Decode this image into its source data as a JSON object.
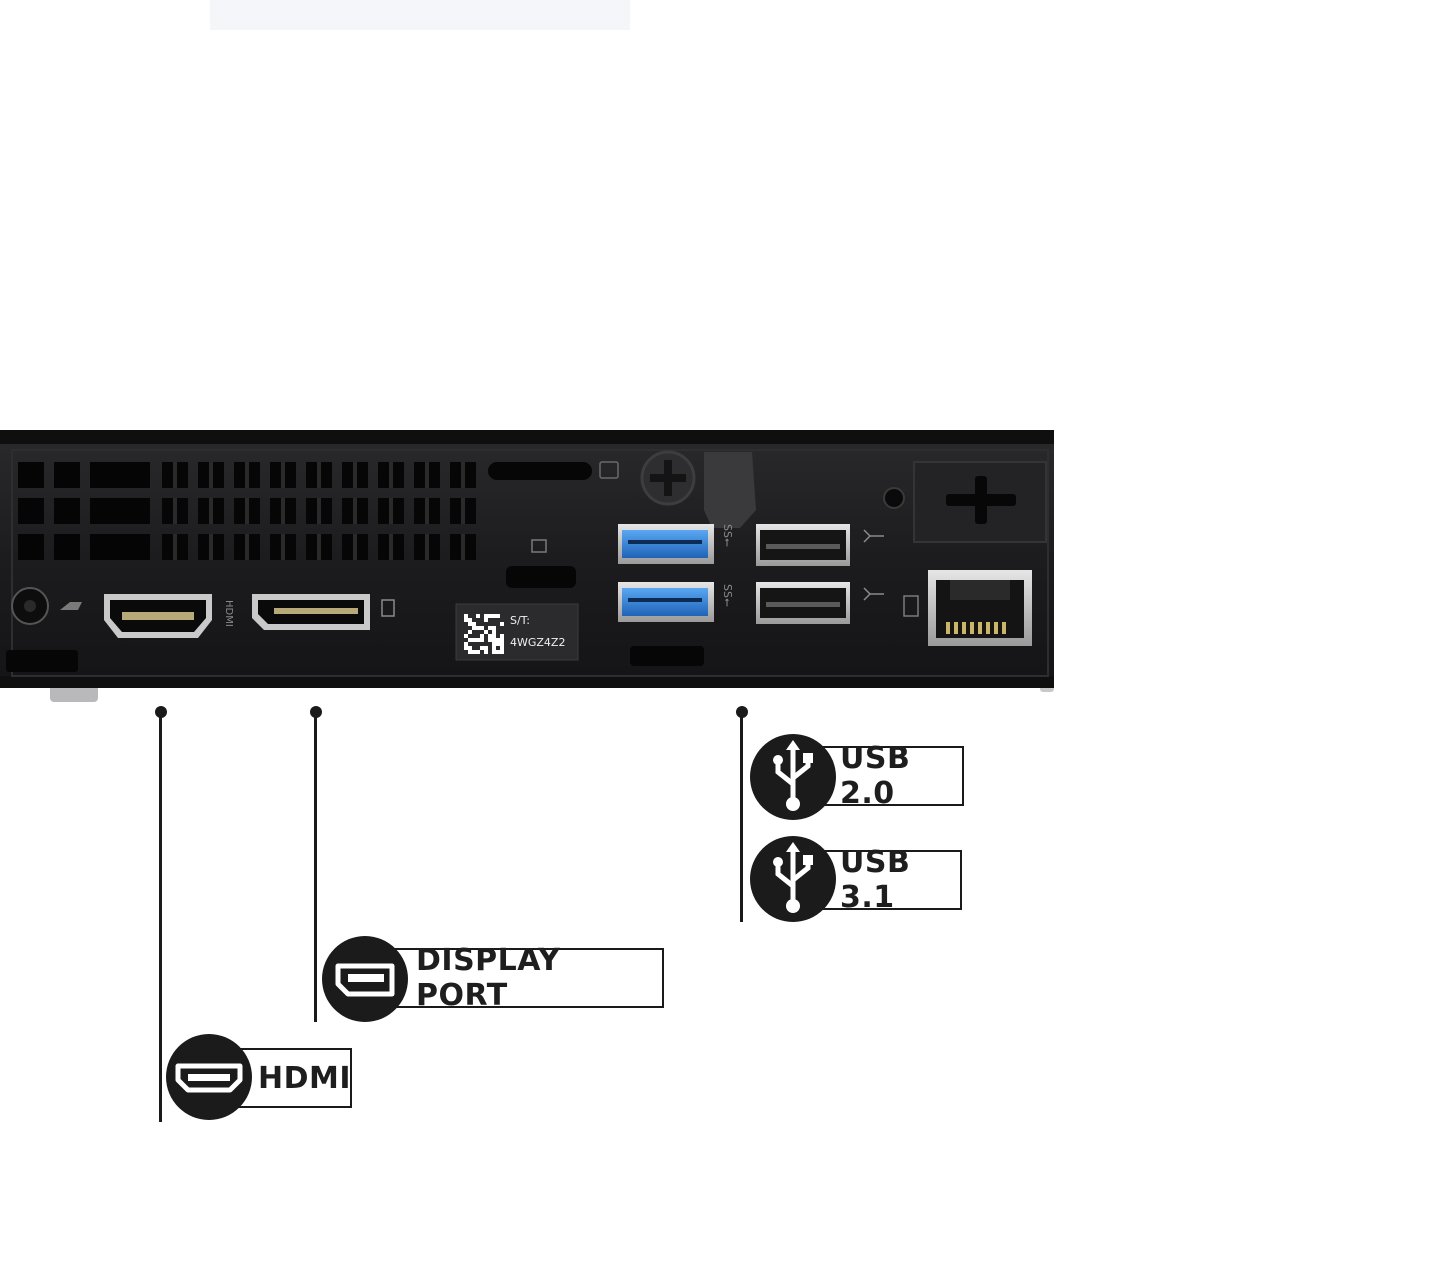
{
  "device": {
    "serial_label": "S/T:",
    "serial_number": "4WGZ4Z2",
    "port_markings": {
      "hdmi": "HDMI",
      "usb3": "SS⭠"
    }
  },
  "callouts": {
    "usb2": {
      "label": "USB 2.0",
      "icon": "usb-icon"
    },
    "usb31": {
      "label": "USB 3.1",
      "icon": "usb-icon"
    },
    "displayport": {
      "label": "DISPLAY PORT",
      "icon": "displayport-icon"
    },
    "hdmi": {
      "label": "HDMI",
      "icon": "hdmi-icon"
    }
  },
  "colors": {
    "chassis": "#1c1c1e",
    "usb3_blue": "#2f7fd6",
    "callout_dark": "#1b1b1b"
  }
}
